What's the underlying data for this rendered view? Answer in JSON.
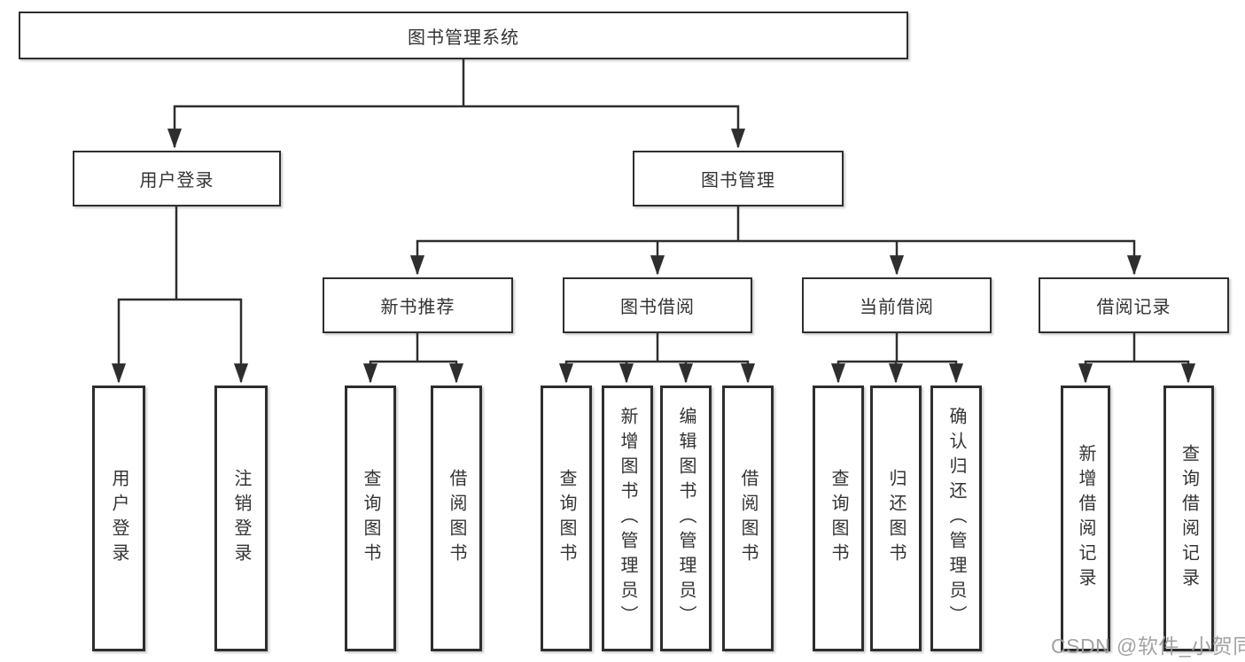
{
  "tree": {
    "root": {
      "label": "图书管理系统"
    },
    "branches": [
      {
        "label": "用户登录",
        "children": [
          {
            "label": "用户登录"
          },
          {
            "label": "注销登录"
          }
        ]
      },
      {
        "label": "图书管理",
        "children": [
          {
            "label": "新书推荐",
            "children": [
              {
                "label": "查询图书"
              },
              {
                "label": "借阅图书"
              }
            ]
          },
          {
            "label": "图书借阅",
            "children": [
              {
                "label": "查询图书"
              },
              {
                "label": "新增图书（管理员）"
              },
              {
                "label": "编辑图书（管理员）"
              },
              {
                "label": "借阅图书"
              }
            ]
          },
          {
            "label": "当前借阅",
            "children": [
              {
                "label": "查询图书"
              },
              {
                "label": "归还图书"
              },
              {
                "label": "确认归还（管理员）"
              }
            ]
          },
          {
            "label": "借阅记录",
            "children": [
              {
                "label": "新增借阅记录"
              },
              {
                "label": "查询借阅记录"
              }
            ]
          }
        ]
      }
    ]
  },
  "watermark": "CSDN @软件_小贺同学",
  "colors": {
    "line": "#2e2e2e",
    "text": "#333333",
    "watermark": "#9e9e9e",
    "background": "#ffffff"
  }
}
